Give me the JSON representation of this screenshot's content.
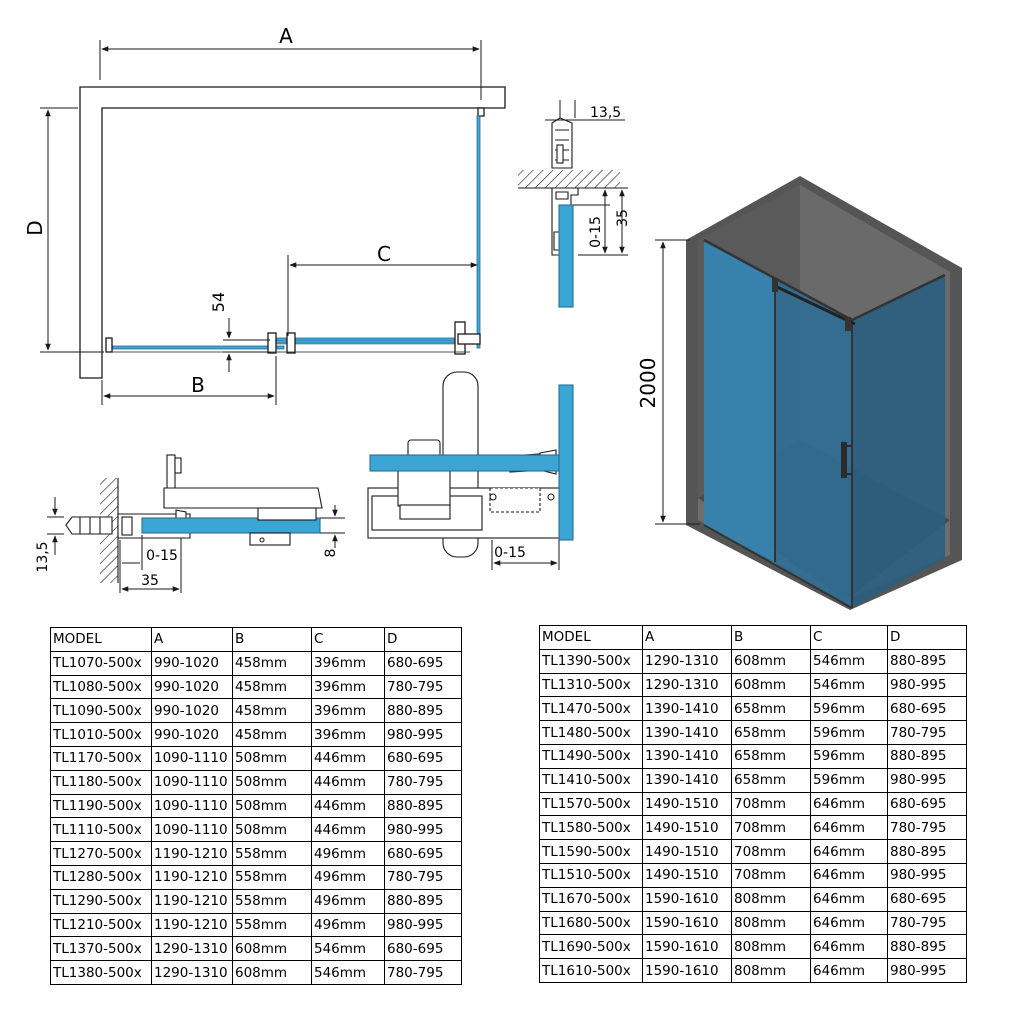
{
  "drawing": {
    "plan_labels": {
      "a": "A",
      "b": "B",
      "c": "C",
      "d": "D",
      "gap": "54"
    },
    "profile_top": {
      "top_dim": "13,5",
      "adjust": "0-15",
      "depth": "35"
    },
    "profile_bottom_left": {
      "side_dim": "13,5",
      "adjust": "0-15",
      "depth": "35",
      "glass": "8"
    },
    "profile_bottom_middle": {
      "adjust": "0-15"
    },
    "render": {
      "height": "2000"
    },
    "colors": {
      "glass": "#3ba5d3",
      "glass_dark": "#2a6f96",
      "frame": "#4a4a4a",
      "line": "#1a1a1a"
    }
  },
  "tables": {
    "headers": [
      "MODEL",
      "A",
      "B",
      "C",
      "D"
    ],
    "left": [
      [
        "TL1070-500x",
        "990-1020",
        "458mm",
        "396mm",
        "680-695"
      ],
      [
        "TL1080-500x",
        "990-1020",
        "458mm",
        "396mm",
        "780-795"
      ],
      [
        "TL1090-500x",
        "990-1020",
        "458mm",
        "396mm",
        "880-895"
      ],
      [
        "TL1010-500x",
        "990-1020",
        "458mm",
        "396mm",
        "980-995"
      ],
      [
        "TL1170-500x",
        "1090-1110",
        "508mm",
        "446mm",
        "680-695"
      ],
      [
        "TL1180-500x",
        "1090-1110",
        "508mm",
        "446mm",
        "780-795"
      ],
      [
        "TL1190-500x",
        "1090-1110",
        "508mm",
        "446mm",
        "880-895"
      ],
      [
        "TL1110-500x",
        "1090-1110",
        "508mm",
        "446mm",
        "980-995"
      ],
      [
        "TL1270-500x",
        "1190-1210",
        "558mm",
        "496mm",
        "680-695"
      ],
      [
        "TL1280-500x",
        "1190-1210",
        "558mm",
        "496mm",
        "780-795"
      ],
      [
        "TL1290-500x",
        "1190-1210",
        "558mm",
        "496mm",
        "880-895"
      ],
      [
        "TL1210-500x",
        "1190-1210",
        "558mm",
        "496mm",
        "980-995"
      ],
      [
        "TL1370-500x",
        "1290-1310",
        "608mm",
        "546mm",
        "680-695"
      ],
      [
        "TL1380-500x",
        "1290-1310",
        "608mm",
        "546mm",
        "780-795"
      ]
    ],
    "right": [
      [
        "TL1390-500x",
        "1290-1310",
        "608mm",
        "546mm",
        "880-895"
      ],
      [
        "TL1310-500x",
        "1290-1310",
        "608mm",
        "546mm",
        "980-995"
      ],
      [
        "TL1470-500x",
        "1390-1410",
        "658mm",
        "596mm",
        "680-695"
      ],
      [
        "TL1480-500x",
        "1390-1410",
        "658mm",
        "596mm",
        "780-795"
      ],
      [
        "TL1490-500x",
        "1390-1410",
        "658mm",
        "596mm",
        "880-895"
      ],
      [
        "TL1410-500x",
        "1390-1410",
        "658mm",
        "596mm",
        "980-995"
      ],
      [
        "TL1570-500x",
        "1490-1510",
        "708mm",
        "646mm",
        "680-695"
      ],
      [
        "TL1580-500x",
        "1490-1510",
        "708mm",
        "646mm",
        "780-795"
      ],
      [
        "TL1590-500x",
        "1490-1510",
        "708mm",
        "646mm",
        "880-895"
      ],
      [
        "TL1510-500x",
        "1490-1510",
        "708mm",
        "646mm",
        "980-995"
      ],
      [
        "TL1670-500x",
        "1590-1610",
        "808mm",
        "646mm",
        "680-695"
      ],
      [
        "TL1680-500x",
        "1590-1610",
        "808mm",
        "646mm",
        "780-795"
      ],
      [
        "TL1690-500x",
        "1590-1610",
        "808mm",
        "646mm",
        "880-895"
      ],
      [
        "TL1610-500x",
        "1590-1610",
        "808mm",
        "646mm",
        "980-995"
      ]
    ]
  }
}
